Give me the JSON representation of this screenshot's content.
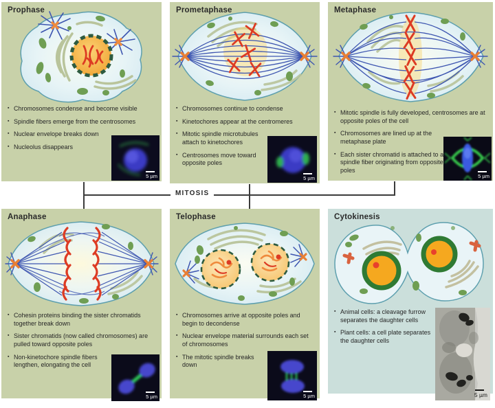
{
  "figure": {
    "mitosis_label": "MITOSIS"
  },
  "colors": {
    "panel_green": "#c8d1a9",
    "panel_blue": "#cbdfdb",
    "cell_fill": "#ddeff5",
    "cell_outline": "#5d9fae",
    "chromosome_red": "#dd3b23",
    "spindle_blue": "#3d55b0",
    "centrosome_orange": "#ef8b3d",
    "nucleus_orange": "#f2a42f",
    "nuclear_envelope_green": "#2d5b40",
    "organelle_green": "#6f9e53",
    "er_sage": "#b9c49b",
    "bracket_line": "#3b3b3b"
  },
  "panels": [
    {
      "id": "prophase",
      "title": "Prophase",
      "bullets": [
        "Chromosomes condense and become visible",
        "Spindle fibers emerge from the centrosomes",
        "Nuclear envelope breaks down",
        "Nucleolus disappears"
      ],
      "micrograph": "fluorescence-micrograph",
      "scale": "5 µm"
    },
    {
      "id": "prometaphase",
      "title": "Prometaphase",
      "bullets": [
        "Chromosomes continue to condense",
        "Kinetochores appear at the centromeres",
        "Mitotic spindle microtubules attach to kinetochores",
        "Centrosomes move toward opposite poles"
      ],
      "micrograph": "fluorescence-micrograph",
      "scale": "5 µm"
    },
    {
      "id": "metaphase",
      "title": "Metaphase",
      "bullets": [
        "Mitotic spindle is fully developed, centrosomes are at opposite poles of the cell",
        "Chromosomes are lined up at the metaphase plate",
        "Each sister chromatid is attached to a spindle fiber originating from opposite poles"
      ],
      "micrograph": "fluorescence-micrograph",
      "scale": "5 µm"
    },
    {
      "id": "anaphase",
      "title": "Anaphase",
      "bullets": [
        "Cohesin proteins binding the sister chromatids together break down",
        "Sister chromatids (now called chromosomes) are pulled toward opposite poles",
        "Non-kinetochore spindle fibers lengthen, elongating the cell"
      ],
      "micrograph": "fluorescence-micrograph",
      "scale": "5 µm"
    },
    {
      "id": "telophase",
      "title": "Telophase",
      "bullets": [
        "Chromosomes arrive at opposite poles and begin to decondense",
        "Nuclear envelope material surrounds each set of chromosomes",
        "The mitotic spindle breaks down"
      ],
      "micrograph": "fluorescence-micrograph",
      "scale": "5 µm"
    },
    {
      "id": "cytokinesis",
      "title": "Cytokinesis",
      "bullets": [
        "Animal cells: a cleavage furrow separates the daughter cells",
        "Plant cells: a cell plate separates the daughter cells"
      ],
      "micrograph": "electron-micrograph",
      "scale": "5 µm"
    }
  ]
}
